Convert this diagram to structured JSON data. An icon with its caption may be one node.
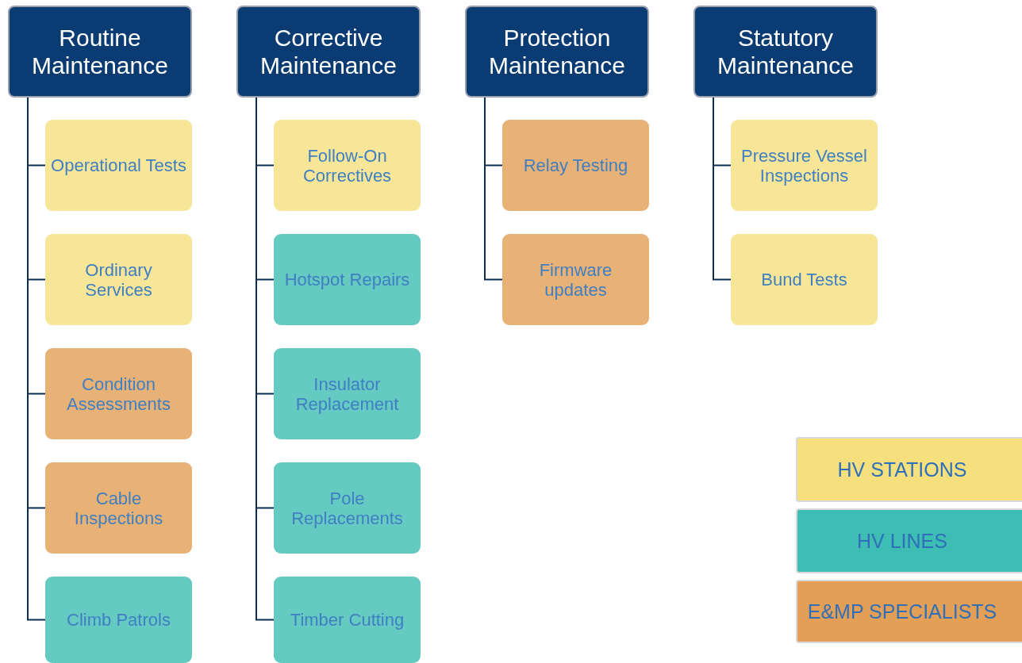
{
  "diagram": {
    "nodes": [
      {
        "text": [
          "Routine Maintenance"
        ]
      },
      {
        "text": [
          "Operational Tests"
        ]
      },
      {
        "text": [
          "Ordinary Services"
        ]
      },
      {
        "text": [
          "Condition Assessments"
        ]
      },
      {
        "text": [
          "Cable Inspections"
        ]
      },
      {
        "text": [
          "Climb Patrols"
        ]
      },
      {
        "text": [
          "Corrective Maintenance"
        ]
      },
      {
        "text": [
          "Follow-On Correctives"
        ]
      },
      {
        "text": [
          "Hotspot Repairs"
        ]
      },
      {
        "text": [
          "Insulator Replacement"
        ]
      },
      {
        "text": [
          "Pole Replacements"
        ]
      },
      {
        "text": [
          "Timber Cutting"
        ]
      },
      {
        "text": [
          "Protection Maintenance"
        ]
      },
      {
        "text": [
          "Relay Testing"
        ]
      },
      {
        "text": [
          "Firmware updates"
        ]
      },
      {
        "text": [
          "Statutory Maintenance"
        ]
      },
      {
        "text": [
          "Pressure Vessel Inspections"
        ]
      },
      {
        "text": [
          "Bund Tests"
        ]
      }
    ],
    "edges": [
      {
        "from": 0,
        "to": 1,
        "arrow": "none"
      },
      {
        "from": 0,
        "to": 2,
        "arrow": "none"
      },
      {
        "from": 0,
        "to": 3,
        "arrow": "none"
      },
      {
        "from": 0,
        "to": 4,
        "arrow": "none"
      },
      {
        "from": 0,
        "to": 5,
        "arrow": "none"
      },
      {
        "from": 6,
        "to": 7,
        "arrow": "none"
      },
      {
        "from": 6,
        "to": 8,
        "arrow": "none"
      },
      {
        "from": 6,
        "to": 9,
        "arrow": "none"
      },
      {
        "from": 6,
        "to": 10,
        "arrow": "none"
      },
      {
        "from": 6,
        "to": 11,
        "arrow": "none"
      },
      {
        "from": 12,
        "to": 13,
        "arrow": "none"
      },
      {
        "from": 12,
        "to": 14,
        "arrow": "none"
      },
      {
        "from": 15,
        "to": 16,
        "arrow": "none"
      },
      {
        "from": 15,
        "to": 17,
        "arrow": "none"
      }
    ],
    "legend": [
      {
        "text": "HV STATIONS",
        "color": "#f6e07e"
      },
      {
        "text": "HV LINES",
        "color": "#3dbdb3"
      },
      {
        "text": "E&MP SPECIALISTS",
        "color": "#e29f55"
      }
    ]
  }
}
